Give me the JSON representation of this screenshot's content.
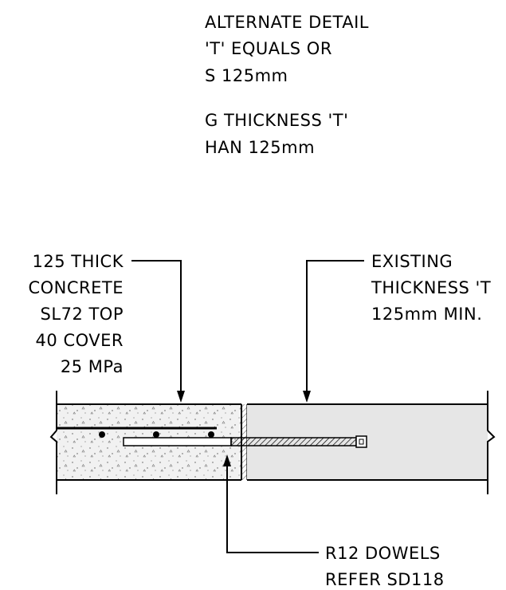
{
  "notes": {
    "line1": "ALTERNATE DETAIL",
    "line2": "'T' EQUALS OR",
    "line3": "S 125mm",
    "line4": "G THICKNESS 'T'",
    "line5": "HAN 125mm"
  },
  "new_slab_label": {
    "line1": "125 THICK",
    "line2": "CONCRETE",
    "line3": "SL72 TOP",
    "line4": "40 COVER",
    "line5": "25 MPa"
  },
  "existing_slab_label": {
    "line1": "EXISTING",
    "line2": "THICKNESS 'T",
    "line3": "125mm MIN."
  },
  "dowel_label": {
    "line1": "R12 DOWELS",
    "line2": "REFER SD118"
  }
}
